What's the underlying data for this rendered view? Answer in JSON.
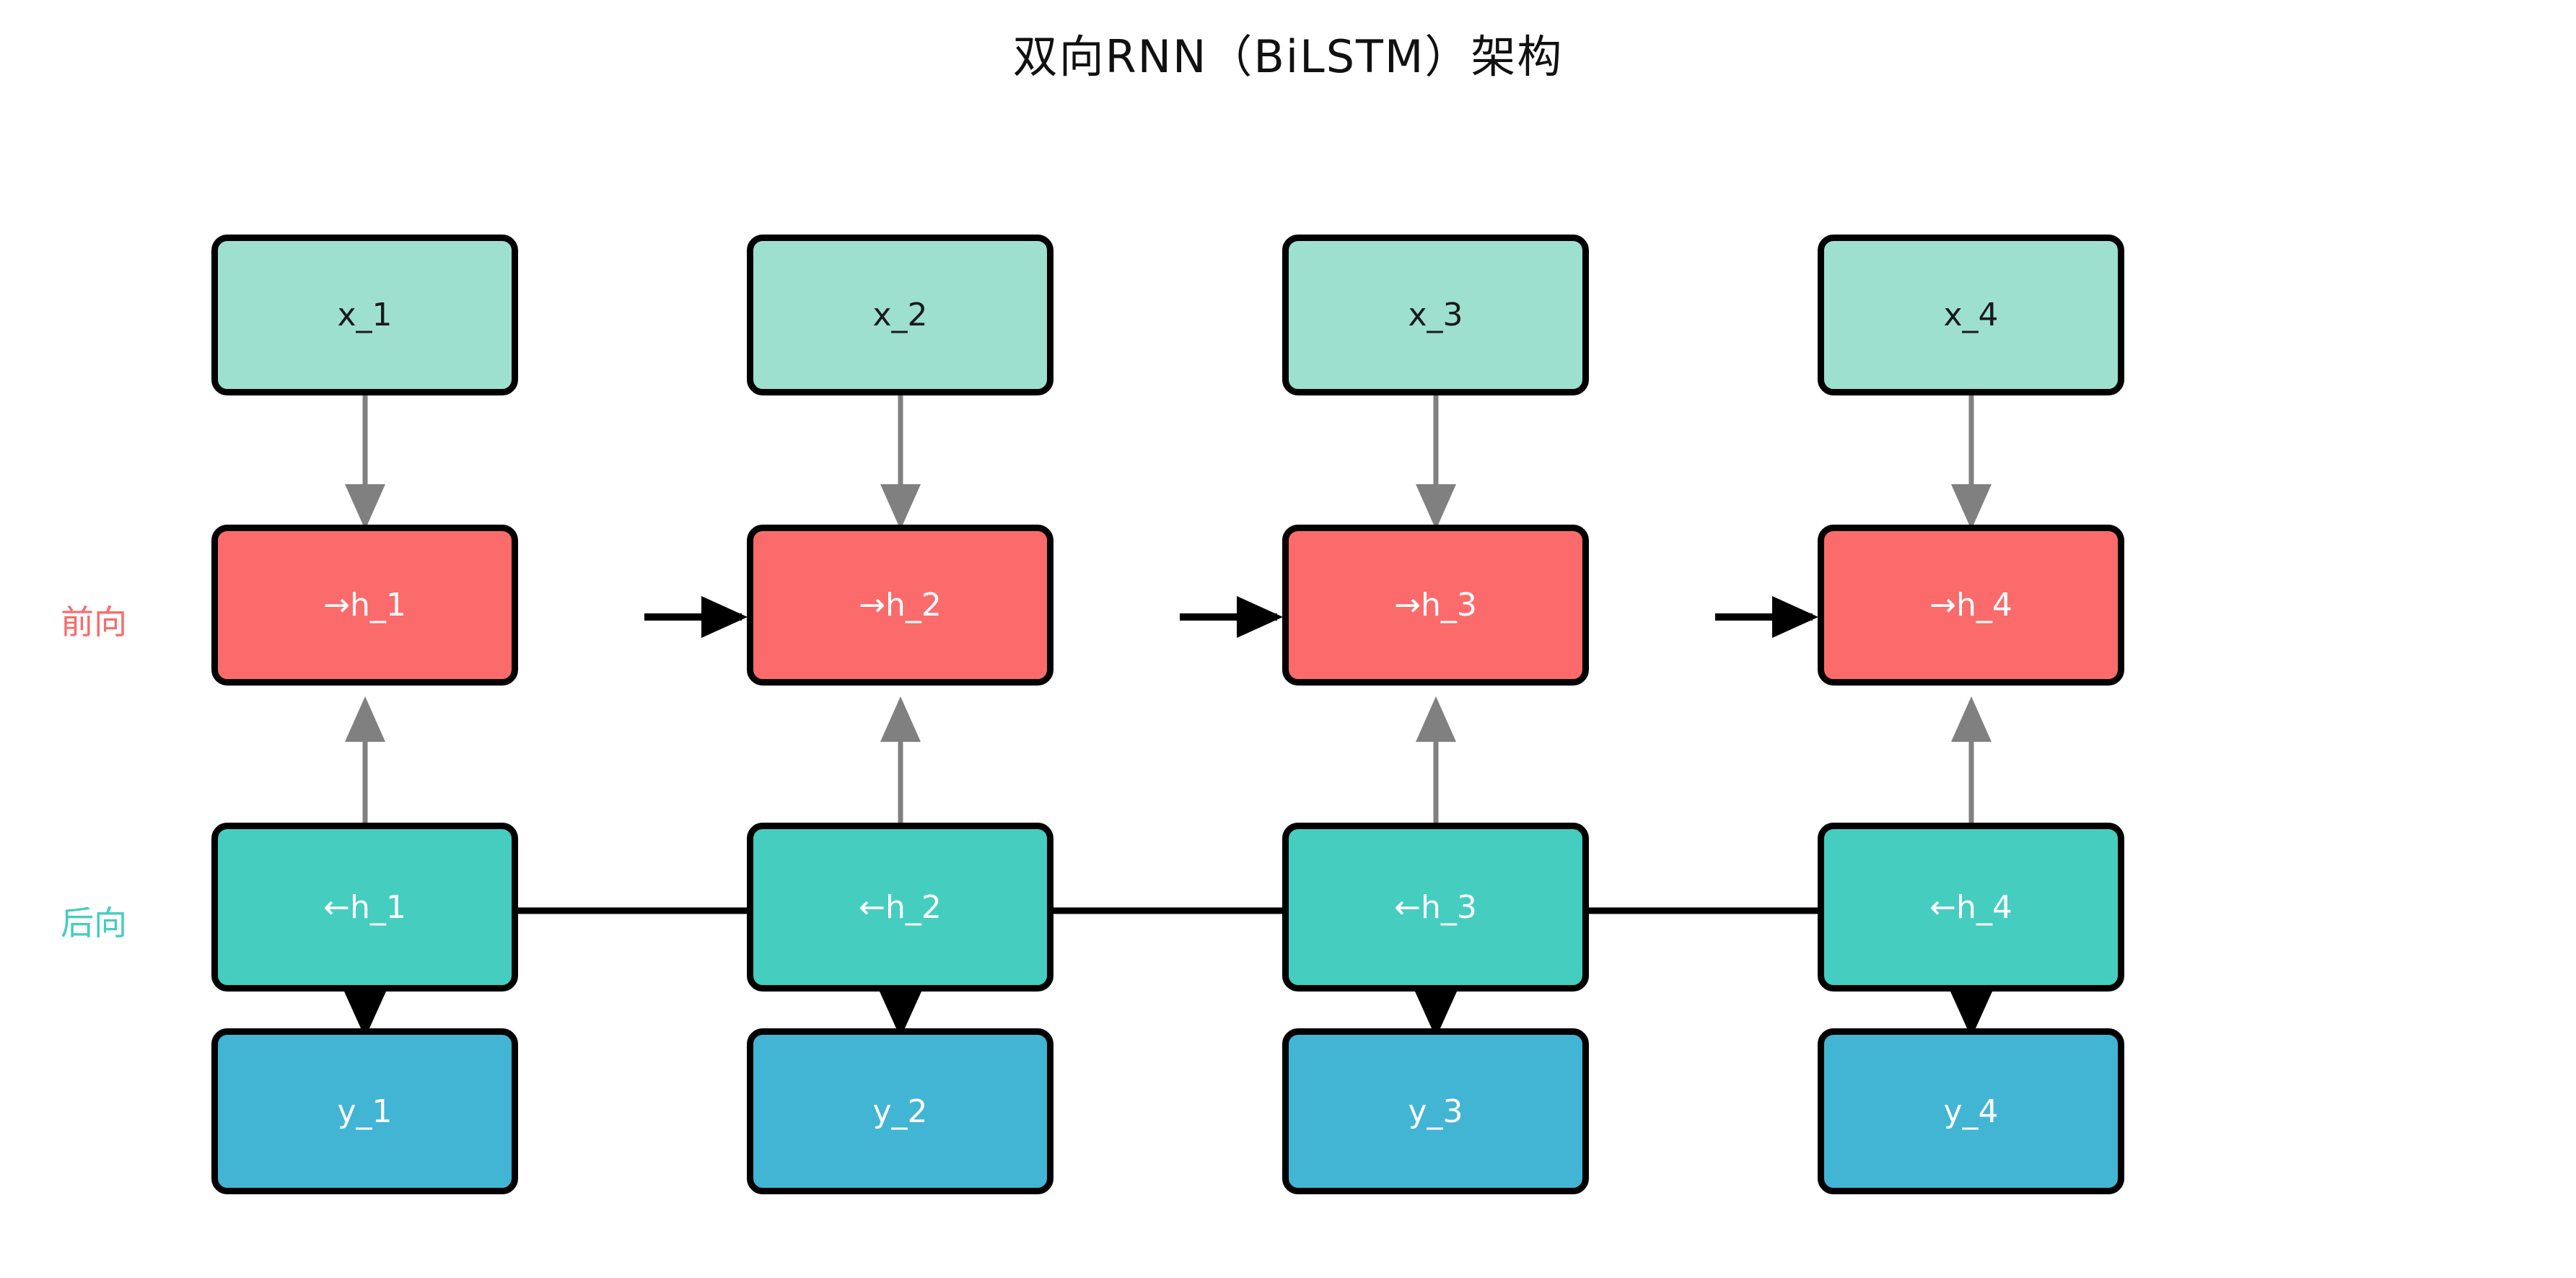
{
  "title": "双向RNN（BiLSTM）架构",
  "row_labels": {
    "forward": "前向",
    "backward": "后向"
  },
  "colors": {
    "input_fill": "#9de0ce",
    "forward_fill": "#fb6b6b",
    "backward_fill": "#45cdc0",
    "output_fill": "#42b5d4",
    "node_stroke": "#000000",
    "forward_label": "#f86b6b",
    "backward_label": "#45ccc0",
    "vertical_edge": "#808080",
    "horizontal_edge": "#000000",
    "background": "#ffffff"
  },
  "columns": [
    {
      "index": 1,
      "input": "x_1",
      "forward_hidden": "→h_1",
      "backward_hidden": "←h_1",
      "output": "y_1"
    },
    {
      "index": 2,
      "input": "x_2",
      "forward_hidden": "→h_2",
      "backward_hidden": "←h_2",
      "output": "y_2"
    },
    {
      "index": 3,
      "input": "x_3",
      "forward_hidden": "→h_3",
      "backward_hidden": "←h_3",
      "output": "y_3"
    },
    {
      "index": 4,
      "input": "x_4",
      "forward_hidden": "→h_4",
      "backward_hidden": "←h_4",
      "output": "y_4"
    }
  ],
  "edges": {
    "input_to_forward": "arrow-down-gray",
    "backward_to_forward": "arrow-up-gray",
    "backward_to_output": "arrow-down-black",
    "forward_recurrent": "arrow-right-black",
    "backward_recurrent": "line-black"
  }
}
